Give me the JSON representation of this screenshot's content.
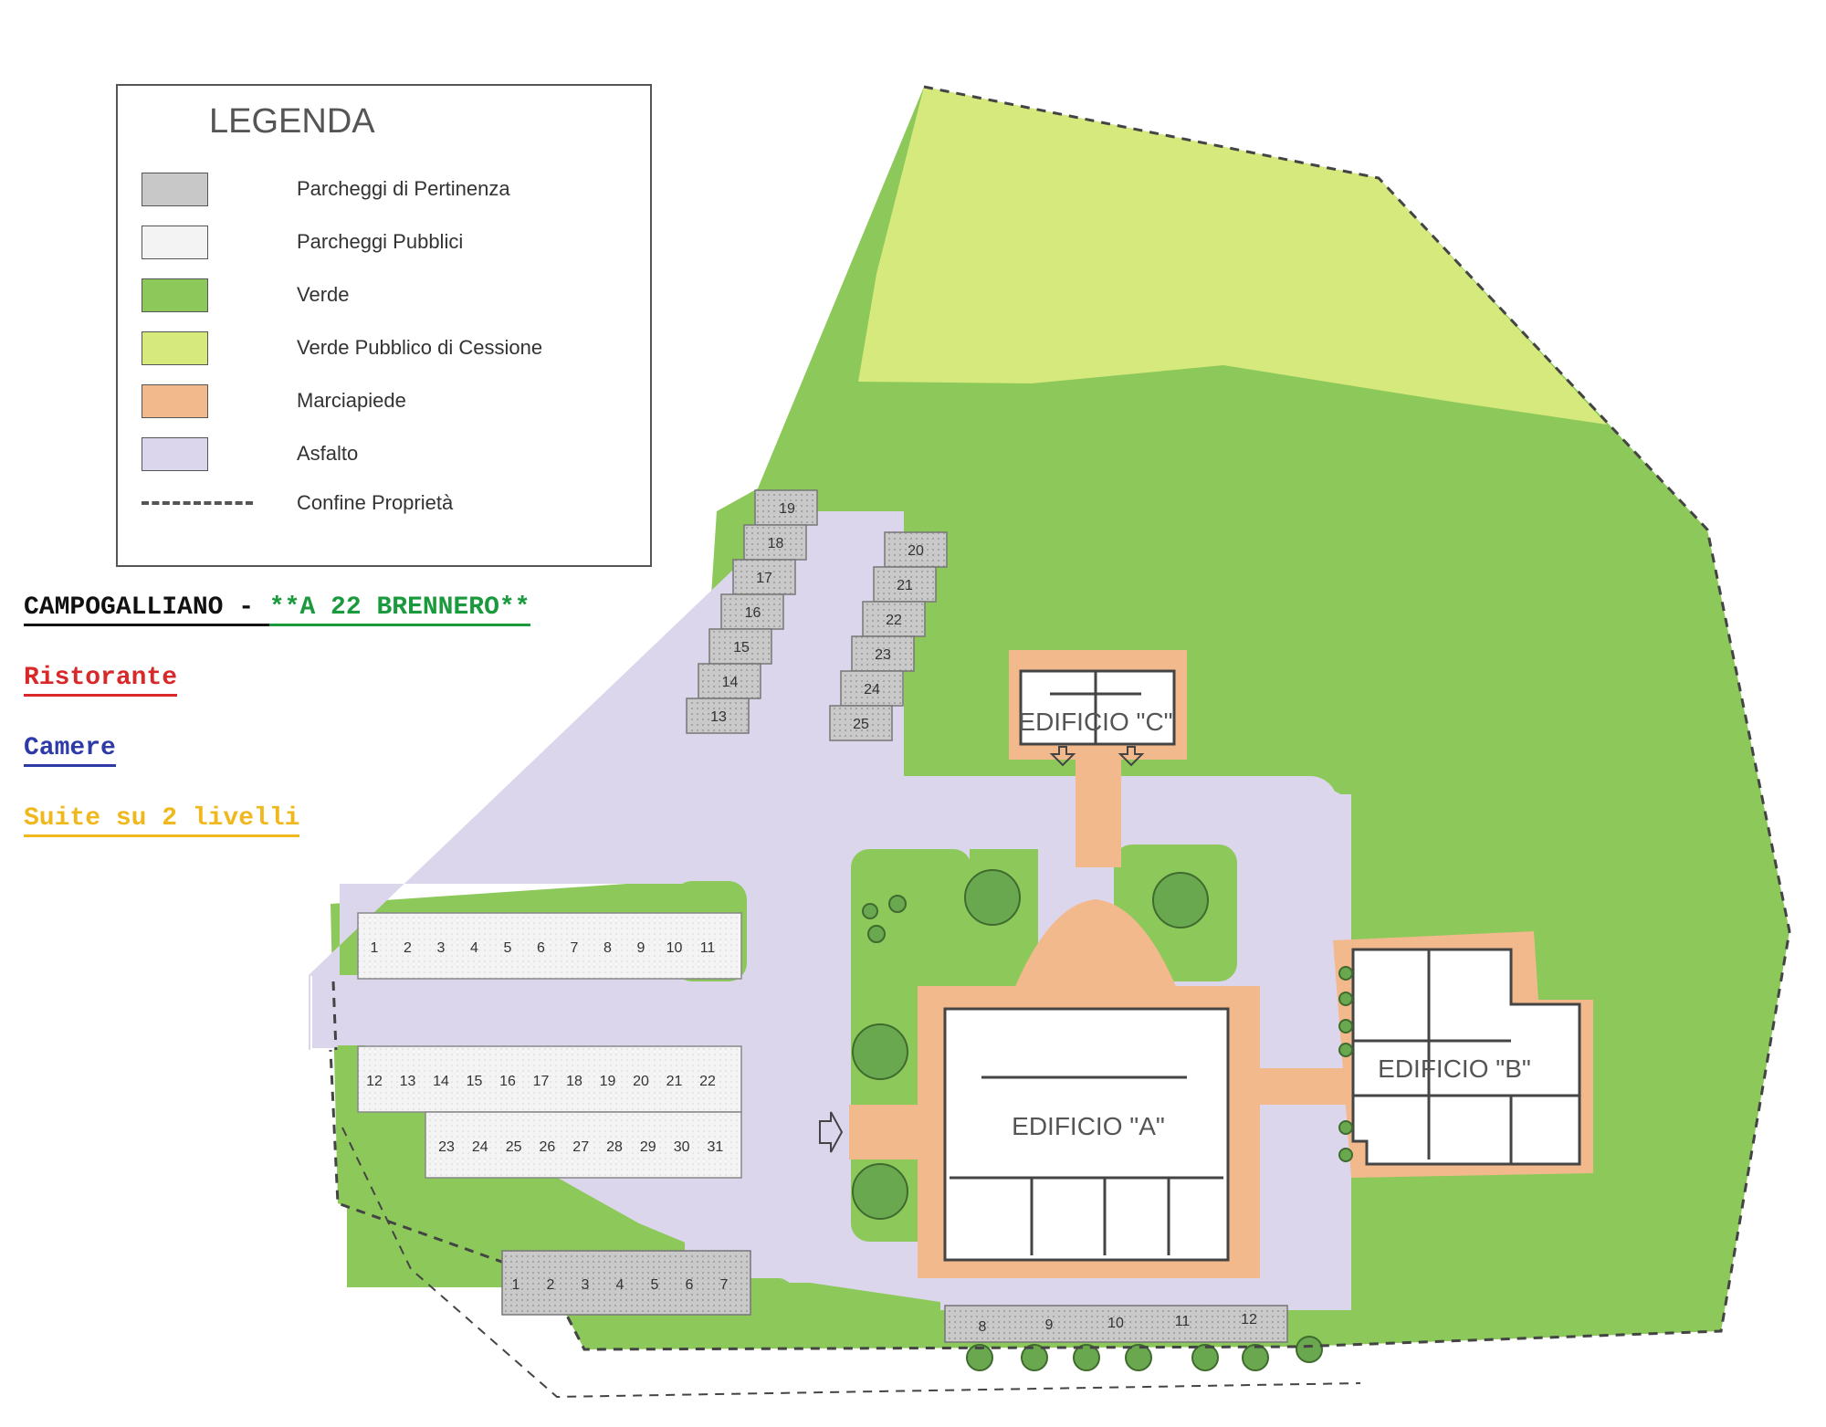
{
  "legend": {
    "title": "LEGENDA",
    "items": [
      {
        "label": "Parcheggi di Pertinenza",
        "color": "#c8c8c8"
      },
      {
        "label": "Parcheggi Pubblici",
        "color": "#f3f3f3"
      },
      {
        "label": "Verde",
        "color": "#8cc95a"
      },
      {
        "label": "Verde Pubblico di Cessione",
        "color": "#d6e97c"
      },
      {
        "label": "Marciapiede",
        "color": "#f2b98d"
      },
      {
        "label": "Asfalto",
        "color": "#dcd6ec"
      }
    ],
    "boundary_label": "Confine Proprietà"
  },
  "headings": {
    "location": "CAMPOGALLIANO - ",
    "highway": "**A 22 BRENNERO**",
    "restaurant": "Ristorante",
    "rooms": "Camere",
    "suites": "Suite su 2 livelli"
  },
  "heading_colors": {
    "location": "#111111",
    "highway": "#1a9a3c",
    "restaurant": "#d8282a",
    "rooms": "#2e3aa8",
    "suites": "#f0b81c"
  },
  "buildings": {
    "a": "EDIFICIO \"A\"",
    "b": "EDIFICIO \"B\"",
    "c": "EDIFICIO \"C\""
  },
  "parking": {
    "north_left": [
      "19",
      "18",
      "17",
      "16",
      "15",
      "14",
      "13"
    ],
    "north_right": [
      "20",
      "21",
      "22",
      "23",
      "24",
      "25"
    ],
    "row_top": [
      "1",
      "2",
      "3",
      "4",
      "5",
      "6",
      "7",
      "8",
      "9",
      "10",
      "11"
    ],
    "row_mid": [
      "12",
      "13",
      "14",
      "15",
      "16",
      "17",
      "18",
      "19",
      "20",
      "21",
      "22"
    ],
    "row_low": [
      "23",
      "24",
      "25",
      "26",
      "27",
      "28",
      "29",
      "30",
      "31"
    ],
    "south": [
      "1",
      "2",
      "3",
      "4",
      "5",
      "6",
      "7"
    ],
    "bottom": [
      "8",
      "9",
      "10",
      "11",
      "12"
    ]
  }
}
